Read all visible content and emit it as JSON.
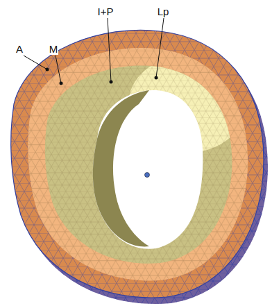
{
  "diagram": {
    "labels": [
      "A",
      "M",
      "I+P",
      "Lp"
    ]
  }
}
